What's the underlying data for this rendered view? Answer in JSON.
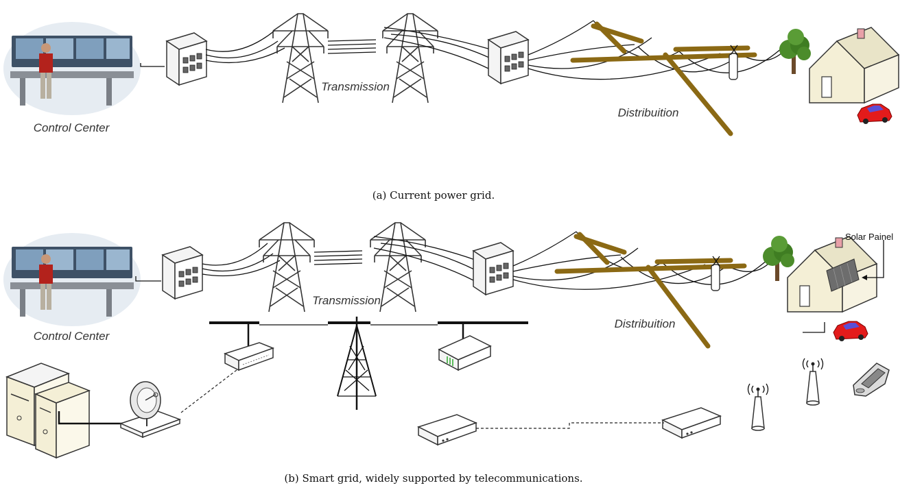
{
  "panel_a": {
    "control_center_label": "Control Center",
    "transmission_label": "Transmission",
    "distribution_label": "Distribuition",
    "caption": "(a) Current power grid."
  },
  "panel_b": {
    "control_center_label": "Control Center",
    "transmission_label": "Transmission",
    "distribution_label": "Distribuition",
    "solar_label": "Solar Painel",
    "caption": "(b) Smart grid, widely supported by telecommunications."
  },
  "colors": {
    "pole": "#8b6914",
    "house_wall": "#f4efd6",
    "roof": "#e9e4c8",
    "tree": "#4c8c2b",
    "car": "#e31b1b",
    "car_window": "#5b4fd6",
    "chimney": "#e8a0a8"
  }
}
